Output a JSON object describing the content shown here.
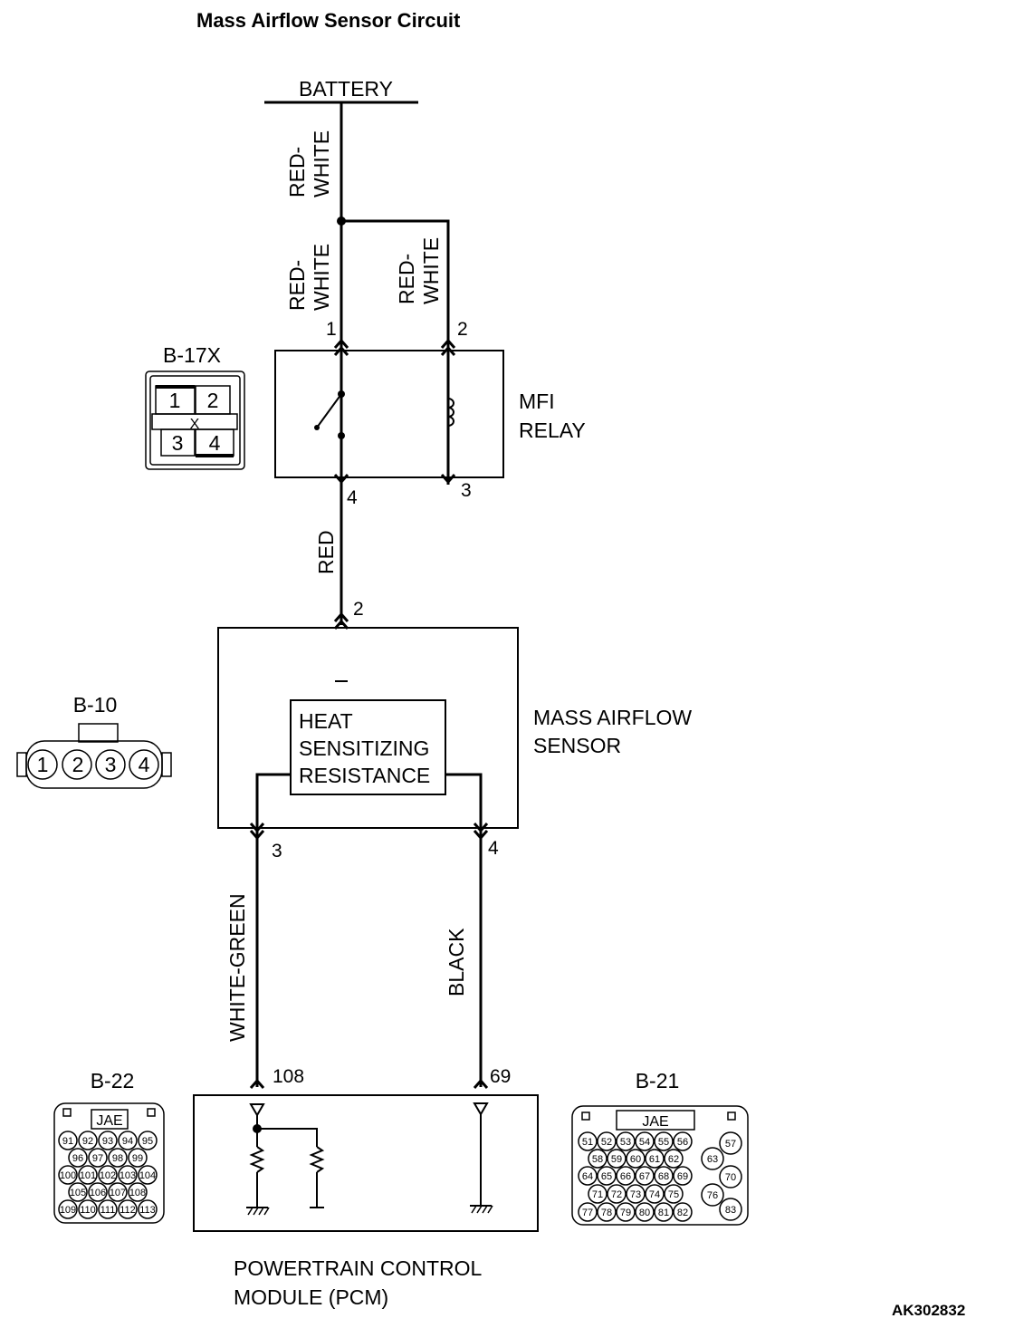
{
  "title": "Mass Airflow Sensor Circuit",
  "code": "AK302832",
  "battery": "BATTERY",
  "wires": {
    "battery_to_splice": "RED-|WHITE",
    "splice_to_relay1": "RED-|WHITE",
    "splice_to_relay2": "RED-|WHITE",
    "relay_to_maf": "RED",
    "maf_to_pcm_108": "WHITE-GREEN",
    "maf_to_pcm_69": "BLACK"
  },
  "relay": {
    "name_line1": "MFI",
    "name_line2": "RELAY",
    "connector": "B-17X",
    "pin_1": "1",
    "pin_2": "2",
    "pin_3": "3",
    "pin_4": "4",
    "face": [
      "1",
      "2",
      "3",
      "4"
    ],
    "face_mark": "X"
  },
  "maf": {
    "name_line1": "MASS AIRFLOW",
    "name_line2": "SENSOR",
    "connector": "B-10",
    "pin_2": "2",
    "pin_3": "3",
    "pin_4": "4",
    "element_line1": "HEAT",
    "element_line2": "SENSITIZING",
    "element_line3": "RESISTANCE",
    "face": [
      "1",
      "2",
      "3",
      "4"
    ]
  },
  "pcm": {
    "name_line1": "POWERTRAIN CONTROL",
    "name_line2": "MODULE (PCM)",
    "pin_108": "108",
    "pin_69": "69",
    "connector_left": "B-22",
    "connector_right": "B-21",
    "maker_left": "JAE",
    "maker_right": "JAE",
    "b22_rows": [
      [
        "91",
        "92",
        "93",
        "94",
        "95"
      ],
      [
        "96",
        "97",
        "98",
        "99"
      ],
      [
        "100",
        "101",
        "102",
        "103",
        "104"
      ],
      [
        "105",
        "106",
        "107",
        "108"
      ],
      [
        "109",
        "110",
        "111",
        "112",
        "113"
      ]
    ],
    "b21_rows": [
      [
        "51",
        "52",
        "53",
        "54",
        "55",
        "56"
      ],
      [
        "58",
        "59",
        "60",
        "61",
        "62"
      ],
      [
        "64",
        "65",
        "66",
        "67",
        "68",
        "69"
      ],
      [
        "71",
        "72",
        "73",
        "74",
        "75"
      ],
      [
        "77",
        "78",
        "79",
        "80",
        "81",
        "82"
      ]
    ],
    "b21_side": [
      "57",
      "63",
      "70",
      "76",
      "83"
    ]
  }
}
